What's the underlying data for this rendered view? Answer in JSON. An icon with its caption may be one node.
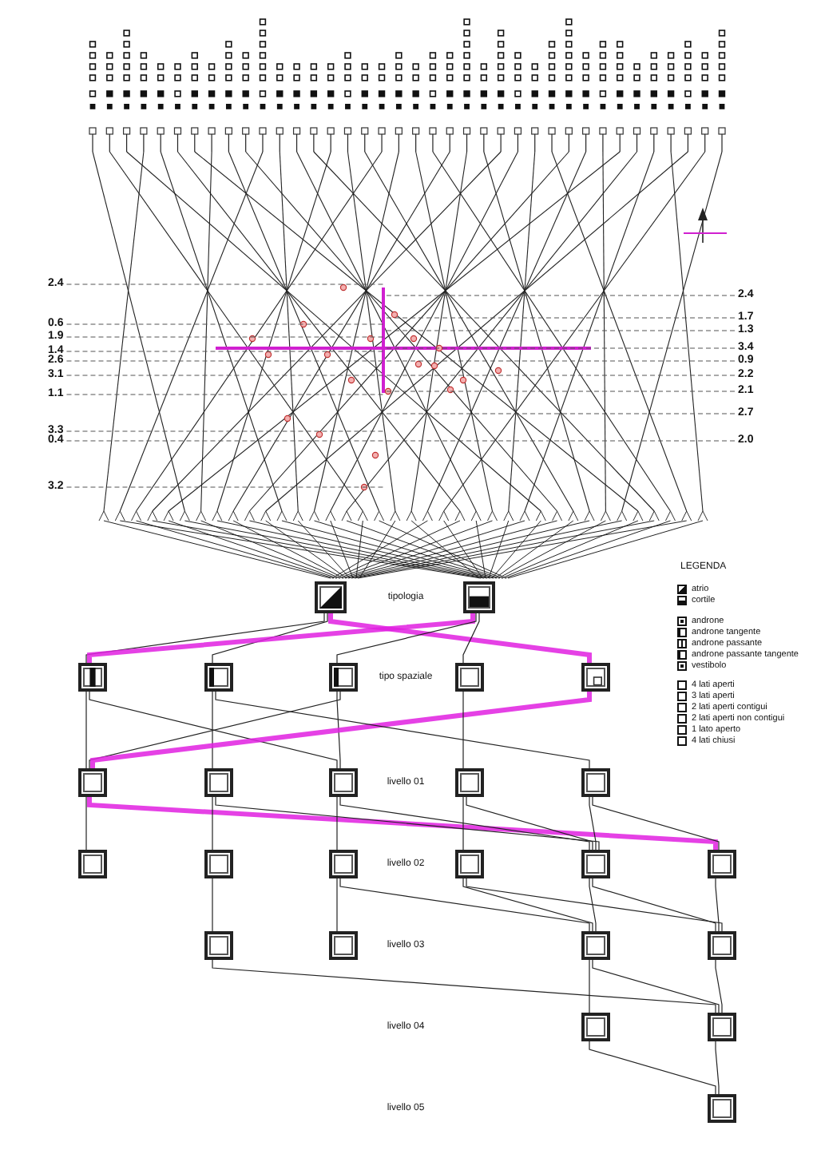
{
  "diagram": {
    "nodes": [
      {
        "text": [],
        "shape": "box"
      },
      {
        "text": [],
        "shape": "box"
      },
      {
        "text": [],
        "shape": "box"
      },
      {
        "text": [],
        "shape": "box"
      },
      {
        "text": [],
        "shape": "box"
      },
      {
        "text": [],
        "shape": "box"
      },
      {
        "text": [],
        "shape": "box"
      },
      {
        "text": [],
        "shape": "box"
      },
      {
        "text": [],
        "shape": "box"
      },
      {
        "text": [],
        "shape": "box"
      },
      {
        "text": [],
        "shape": "box"
      },
      {
        "text": [],
        "shape": "box"
      },
      {
        "text": [],
        "shape": "box"
      },
      {
        "text": [],
        "shape": "box"
      },
      {
        "text": [],
        "shape": "box"
      },
      {
        "text": [],
        "shape": "box"
      },
      {
        "text": [],
        "shape": "box"
      },
      {
        "text": [],
        "shape": "box"
      },
      {
        "text": [],
        "shape": "box"
      },
      {
        "text": [],
        "shape": "box"
      },
      {
        "text": [],
        "shape": "box"
      },
      {
        "text": [],
        "shape": "box"
      },
      {
        "text": [],
        "shape": "box"
      },
      {
        "text": [],
        "shape": "box"
      },
      {
        "text": [],
        "shape": "box"
      },
      {
        "text": [
          "2.4"
        ]
      },
      {
        "text": [
          "0.6"
        ]
      },
      {
        "text": [
          "1.9"
        ]
      },
      {
        "text": [
          "1.4"
        ]
      },
      {
        "text": [
          "2.6"
        ]
      },
      {
        "text": [
          "3.1"
        ]
      },
      {
        "text": [
          "1.1"
        ]
      },
      {
        "text": [
          "3.3"
        ]
      },
      {
        "text": [
          "0.4"
        ]
      },
      {
        "text": [
          "3.2"
        ]
      },
      {
        "text": [
          "2.4"
        ]
      },
      {
        "text": [
          "1.7"
        ]
      },
      {
        "text": [
          "1.3"
        ]
      },
      {
        "text": [
          "3.4"
        ]
      },
      {
        "text": [
          "0.9"
        ]
      },
      {
        "text": [
          "2.2"
        ]
      },
      {
        "text": [
          "2.1"
        ]
      },
      {
        "text": [
          "2.7"
        ]
      },
      {
        "text": [
          "2.0"
        ]
      }
    ],
    "edges": [
      {
        "from": 0,
        "to": 2,
        "arrow": "none"
      },
      {
        "from": 0,
        "to": 3,
        "arrow": "none"
      },
      {
        "from": 0,
        "to": 6,
        "arrow": "none",
        "style": "thick",
        "color": "#e020e0"
      },
      {
        "from": 1,
        "to": 2,
        "arrow": "none",
        "style": "thick",
        "color": "#e020e0"
      },
      {
        "from": 1,
        "to": 4,
        "arrow": "none"
      },
      {
        "from": 1,
        "to": 5,
        "arrow": "none"
      },
      {
        "from": 2,
        "to": 7,
        "arrow": "none"
      },
      {
        "from": 2,
        "to": 9,
        "arrow": "none"
      },
      {
        "from": 3,
        "to": 8,
        "arrow": "none"
      },
      {
        "from": 4,
        "to": 9,
        "arrow": "none"
      },
      {
        "from": 4,
        "to": 7,
        "arrow": "none"
      },
      {
        "from": 6,
        "to": 7,
        "arrow": "none",
        "style": "thick",
        "color": "#e020e0"
      },
      {
        "from": 5,
        "to": 10,
        "arrow": "none"
      },
      {
        "from": 3,
        "to": 11,
        "arrow": "none"
      },
      {
        "from": 7,
        "to": 12,
        "arrow": "none"
      },
      {
        "from": 7,
        "to": 17,
        "arrow": "none",
        "style": "thick",
        "color": "#e020e0"
      },
      {
        "from": 8,
        "to": 13,
        "arrow": "none"
      },
      {
        "from": 9,
        "to": 14,
        "arrow": "none"
      },
      {
        "from": 9,
        "to": 16,
        "arrow": "none"
      },
      {
        "from": 10,
        "to": 15,
        "arrow": "none"
      },
      {
        "from": 10,
        "to": 16,
        "arrow": "none"
      },
      {
        "from": 11,
        "to": 16,
        "arrow": "none"
      },
      {
        "from": 11,
        "to": 17,
        "arrow": "none"
      },
      {
        "from": 8,
        "to": 16,
        "arrow": "none"
      },
      {
        "from": 13,
        "to": 18,
        "arrow": "none"
      },
      {
        "from": 14,
        "to": 19,
        "arrow": "none"
      },
      {
        "from": 14,
        "to": 20,
        "arrow": "none"
      },
      {
        "from": 15,
        "to": 20,
        "arrow": "none"
      },
      {
        "from": 16,
        "to": 20,
        "arrow": "none"
      },
      {
        "from": 16,
        "to": 21,
        "arrow": "none"
      },
      {
        "from": 17,
        "to": 21,
        "arrow": "none"
      },
      {
        "from": 15,
        "to": 21,
        "arrow": "none"
      },
      {
        "from": 18,
        "to": 23,
        "arrow": "none"
      },
      {
        "from": 20,
        "to": 22,
        "arrow": "none"
      },
      {
        "from": 20,
        "to": 23,
        "arrow": "none"
      },
      {
        "from": 21,
        "to": 23,
        "arrow": "none"
      },
      {
        "from": 22,
        "to": 24,
        "arrow": "none"
      },
      {
        "from": 23,
        "to": 24,
        "arrow": "none"
      },
      {
        "from": 25,
        "to": null,
        "arrow": "none",
        "style": "dashed"
      },
      {
        "from": 26,
        "to": null,
        "arrow": "none",
        "style": "dashed"
      },
      {
        "from": 27,
        "to": null,
        "arrow": "none",
        "style": "dashed"
      },
      {
        "from": 28,
        "to": null,
        "arrow": "none",
        "style": "dashed"
      },
      {
        "from": 29,
        "to": null,
        "arrow": "none",
        "style": "dashed"
      },
      {
        "from": 30,
        "to": null,
        "arrow": "none",
        "style": "dashed"
      },
      {
        "from": 31,
        "to": null,
        "arrow": "none",
        "style": "dashed"
      },
      {
        "from": 32,
        "to": null,
        "arrow": "none",
        "style": "dashed"
      },
      {
        "from": 33,
        "to": null,
        "arrow": "none",
        "style": "dashed"
      },
      {
        "from": 34,
        "to": null,
        "arrow": "none",
        "style": "dashed"
      },
      {
        "from": 35,
        "to": null,
        "arrow": "none",
        "style": "dashed"
      },
      {
        "from": 36,
        "to": null,
        "arrow": "none",
        "style": "dashed"
      },
      {
        "from": 37,
        "to": null,
        "arrow": "none",
        "style": "dashed"
      },
      {
        "from": 38,
        "to": null,
        "arrow": "none",
        "style": "dashed"
      },
      {
        "from": 39,
        "to": null,
        "arrow": "none",
        "style": "dashed"
      },
      {
        "from": 40,
        "to": null,
        "arrow": "none",
        "style": "dashed"
      },
      {
        "from": 41,
        "to": null,
        "arrow": "none",
        "style": "dashed"
      },
      {
        "from": 42,
        "to": null,
        "arrow": "none",
        "style": "dashed"
      },
      {
        "from": 43,
        "to": null,
        "arrow": "none",
        "style": "dashed"
      }
    ],
    "labels": [
      "tipologia",
      "tipo spaziale",
      "livello 01",
      "livello 02",
      "livello 03",
      "livello 04",
      "livello 05",
      "LEGENDA"
    ],
    "legend": [
      {
        "text": "atrio"
      },
      {
        "text": "cortile"
      },
      {
        "text": "androne"
      },
      {
        "text": "androne tangente"
      },
      {
        "text": "androne passante"
      },
      {
        "text": "androne passante tangente"
      },
      {
        "text": "vestibolo"
      },
      {
        "text": "4 lati aperti"
      },
      {
        "text": "3 lati aperti"
      },
      {
        "text": "2 lati aperti contigui"
      },
      {
        "text": "2 lati aperti non contigui"
      },
      {
        "text": "1 lato aperto"
      },
      {
        "text": "4 lati chiusi"
      }
    ]
  }
}
